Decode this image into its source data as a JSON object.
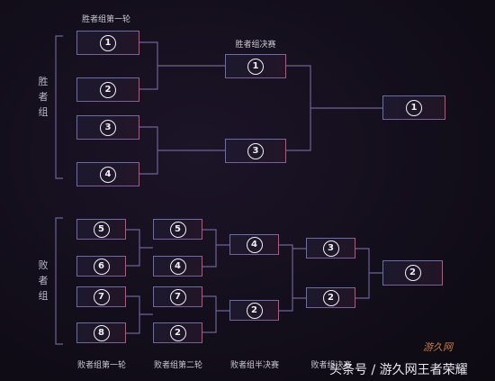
{
  "groups": {
    "winners_label": "胜者组",
    "losers_label": "败者组"
  },
  "round_labels": {
    "winners_round1": "胜者组第一轮",
    "winners_final": "胜者组决赛",
    "losers_round1": "败者组第一轮",
    "losers_round2": "败者组第二轮",
    "losers_semifinal": "败者组半决赛",
    "losers_final": "败者组决赛"
  },
  "slots": {
    "wr1_1": "1",
    "wr1_2": "2",
    "wr1_3": "3",
    "wr1_4": "4",
    "wf_1": "1",
    "wf_2": "3",
    "grand_final": "1",
    "lr1_1": "5",
    "lr1_2": "6",
    "lr1_3": "7",
    "lr1_4": "8",
    "lr2_1": "5",
    "lr2_2": "4",
    "lr2_3": "7",
    "lr2_4": "2",
    "lsf_1": "4",
    "lsf_2": "2",
    "lf_1": "3",
    "lf_2": "2",
    "losers_champion": "2"
  },
  "watermark": {
    "text": "头条号 / 游久网王者荣耀",
    "logo_text": "游久网"
  },
  "colors": {
    "background": "#130e1b",
    "line": "#6f6296",
    "slot_border_blue": "#6b6da8",
    "slot_border_red": "#c0527e"
  }
}
